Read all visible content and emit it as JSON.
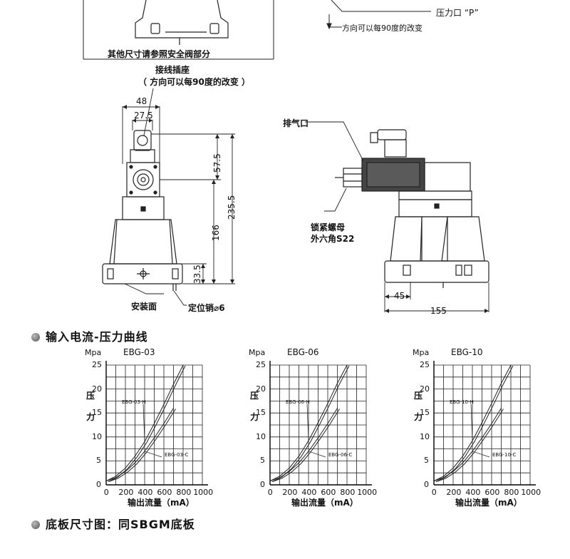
{
  "top": {
    "pressure_port": "压力口 “P”",
    "direction_note": "方向可以每90度的改变",
    "other_dims": "其他尺寸请参照安全阀部分"
  },
  "left_view": {
    "connector_title": "接线插座",
    "connector_note": "（ 方向可以每90度的改变 ）",
    "dims": {
      "d48": "48",
      "d27_5": "27.5",
      "d57_5": "57.5",
      "d235_5": "235.5",
      "d166": "166",
      "d33_5": "33.5"
    },
    "mount_face": "安装面",
    "locating_pin": "定位销⌀6"
  },
  "right_view": {
    "vent": "排气口",
    "lock_nut": "锁紧螺母",
    "hex": "外六角S22",
    "d45": "45",
    "d155": "155"
  },
  "section1": {
    "title": "输入电流-压力曲线"
  },
  "section2": {
    "title": "底板尺寸图：同SBGM底板"
  },
  "charts_common": {
    "ylabel_unit": "Mpa",
    "ylabel_cn_1": "压",
    "ylabel_cn_2": "力",
    "xlabel": "输出流量（mA）",
    "x_ticks": [
      "0",
      "200",
      "400",
      "600",
      "800",
      "1000"
    ],
    "y_ticks": [
      "0",
      "5",
      "10",
      "15",
      "20",
      "25"
    ]
  },
  "chart_data": [
    {
      "type": "line",
      "title": "EBG-03",
      "xlabel": "输出流量（mA）",
      "ylabel": "Mpa",
      "xlim": [
        0,
        1000
      ],
      "ylim": [
        0,
        25
      ],
      "series": [
        {
          "name": "EBG-03-H",
          "x": [
            0,
            100,
            200,
            300,
            400,
            500,
            600,
            700,
            800
          ],
          "y": [
            0.8,
            1.8,
            3.5,
            6.0,
            9.0,
            12.8,
            16.8,
            21.0,
            25.0
          ]
        },
        {
          "name": "EBG-03-C",
          "x": [
            0,
            100,
            200,
            300,
            400,
            500,
            600,
            700
          ],
          "y": [
            0.8,
            1.5,
            2.8,
            4.6,
            7.0,
            9.8,
            12.8,
            16.0
          ]
        }
      ]
    },
    {
      "type": "line",
      "title": "EBG-06",
      "xlabel": "输出流量（mA）",
      "ylabel": "Mpa",
      "xlim": [
        0,
        1000
      ],
      "ylim": [
        0,
        25
      ],
      "series": [
        {
          "name": "EBG-06-H",
          "x": [
            0,
            100,
            200,
            300,
            400,
            500,
            600,
            700,
            800
          ],
          "y": [
            0.8,
            1.8,
            3.5,
            6.0,
            9.2,
            13.0,
            17.0,
            21.2,
            25.0
          ]
        },
        {
          "name": "EBG-06-C",
          "x": [
            0,
            100,
            200,
            300,
            400,
            500,
            600,
            700
          ],
          "y": [
            0.8,
            1.5,
            2.8,
            4.6,
            7.0,
            9.8,
            12.8,
            16.0
          ]
        }
      ]
    },
    {
      "type": "line",
      "title": "EBG-10",
      "xlabel": "输出流量（mA）",
      "ylabel": "Mpa",
      "xlim": [
        0,
        1000
      ],
      "ylim": [
        0,
        25
      ],
      "series": [
        {
          "name": "EBG-10-H",
          "x": [
            0,
            100,
            200,
            300,
            400,
            500,
            600,
            700,
            800
          ],
          "y": [
            0.8,
            1.8,
            3.5,
            6.0,
            9.2,
            13.0,
            17.0,
            21.2,
            25.0
          ]
        },
        {
          "name": "EBG-10-C",
          "x": [
            0,
            100,
            200,
            300,
            400,
            500,
            600,
            700
          ],
          "y": [
            0.8,
            1.5,
            2.8,
            4.6,
            7.0,
            9.8,
            12.8,
            16.0
          ]
        }
      ]
    }
  ]
}
